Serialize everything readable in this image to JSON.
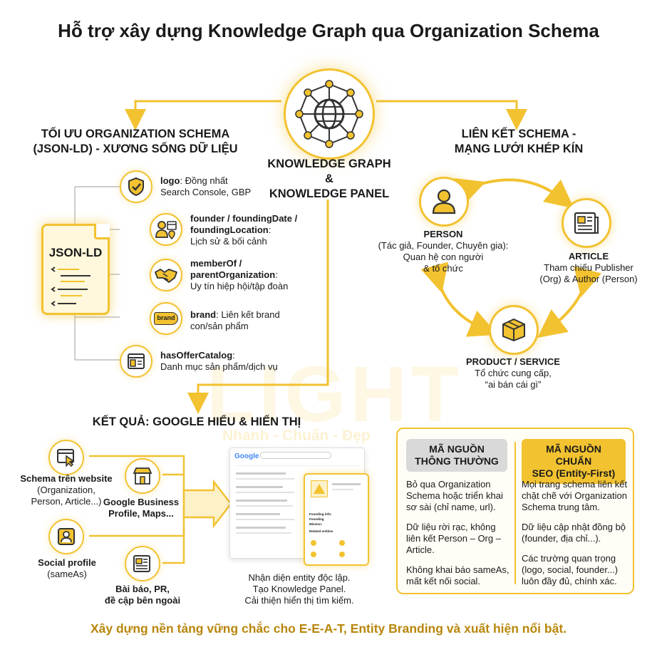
{
  "title": "Hỗ trợ xây dựng Knowledge Graph qua Organization Schema",
  "center": {
    "line1": "KNOWLEDGE GRAPH",
    "line2": "&",
    "line3": "KNOWLEDGE PANEL"
  },
  "left_section": {
    "heading_line1": "TỐI ƯU ORGANIZATION SCHEMA",
    "heading_line2": "(JSON-LD) - XƯƠNG SỐNG DỮ LIỆU",
    "json_label": "JSON-LD",
    "items": [
      {
        "key": "logo",
        "sep": ": ",
        "text1": "Đồng nhất",
        "text2": "Search Console, GBP",
        "icon": "shield-check-icon"
      },
      {
        "key": "founder / foundingDate /",
        "key2": "foundingLocation",
        "sep": ":",
        "text1": "Lịch sử & bối cảnh",
        "icon": "founder-calendar-icon"
      },
      {
        "key": "memberOf /",
        "key2": "parentOrganization",
        "sep": ":",
        "text1": "Uy tín hiệp hội/tập đoàn",
        "icon": "handshake-icon"
      },
      {
        "key": "brand",
        "sep": ": ",
        "text1": "Liên kết brand",
        "text2": "con/sản phẩm",
        "icon": "brand-tag-icon",
        "icon_text": "brand"
      },
      {
        "key": "hasOfferCatalog",
        "sep": ":",
        "text1": "Danh mục sản phẩm/dịch vụ",
        "icon": "catalog-icon"
      }
    ]
  },
  "right_section": {
    "heading_line1": "LIÊN KẾT SCHEMA -",
    "heading_line2": "MẠNG LƯỚI KHÉP KÍN",
    "person": {
      "title": "PERSON",
      "line1": "(Tác giả, Founder, Chuyên gia):",
      "line2": "Quan hệ con người",
      "line3": "& tổ chức",
      "icon": "person-icon"
    },
    "article": {
      "title": "ARTICLE",
      "line1": "Tham chiếu Publisher",
      "line2": "(Org) & Author (Person)",
      "icon": "newspaper-icon"
    },
    "product": {
      "title": "PRODUCT / SERVICE",
      "line1": "Tổ chức cung cấp,",
      "line2": "“ai bán cái gì”",
      "icon": "box-icon"
    }
  },
  "result_section": {
    "heading": "KẾT QUẢ: GOOGLE HIỂU & HIỂN THỊ",
    "sources": [
      {
        "title": "Schema trên website",
        "line1": "(Organization,",
        "line2": "Person, Article...)",
        "icon": "browser-cursor-icon"
      },
      {
        "title": "Google Business",
        "title2": "Profile, Maps...",
        "icon": "store-icon"
      },
      {
        "title": "Social profile",
        "line1": "(sameAs)",
        "icon": "profile-icon"
      },
      {
        "title": "Bài báo, PR,",
        "title2": "đề cập bên ngoài",
        "icon": "news-icon"
      }
    ],
    "serp": {
      "google": "Google",
      "panel_label1": "Founding info:",
      "panel_label2": "Founding",
      "panel_label3": "Mission:",
      "related": "Related entities"
    },
    "caption1": "Nhận diện entity độc lập.",
    "caption2": "Tạo Knowledge Panel.",
    "caption3": "Cải thiện hiển thị tìm kiếm."
  },
  "compare": {
    "left_title1": "MÃ NGUỒN",
    "left_title2": "THÔNG THƯỜNG",
    "left_items": [
      "Bỏ qua Organization Schema hoặc triển khai sơ sài (chỉ name, url).",
      "Dữ liệu rời rạc, không liên kết Person – Org – Article.",
      "Không khai báo sameAs, mất kết nối social."
    ],
    "right_title1": "MÃ NGUỒN CHUẨN",
    "right_title2": "SEO (Entity-First)",
    "right_items": [
      "Mọi trang schema liên kết chặt chẽ với Organization Schema trung tâm.",
      "Dữ liệu cập nhật đồng bộ (founder, địa chỉ...).",
      "Các trường quan trọng (logo, social, founder...) luôn đầy đủ, chính xác."
    ]
  },
  "watermark": {
    "big": "LIGHT",
    "small": "Nhanh - Chuẩn - Đẹp"
  },
  "footer": "Xây dựng nền tảng vững chắc cho E-E-A-T, Entity Branding và xuất hiện nổi bật.",
  "colors": {
    "accent": "#f2c230",
    "accent_dark": "#b8860b",
    "gray_tag": "#d9d9d9"
  }
}
